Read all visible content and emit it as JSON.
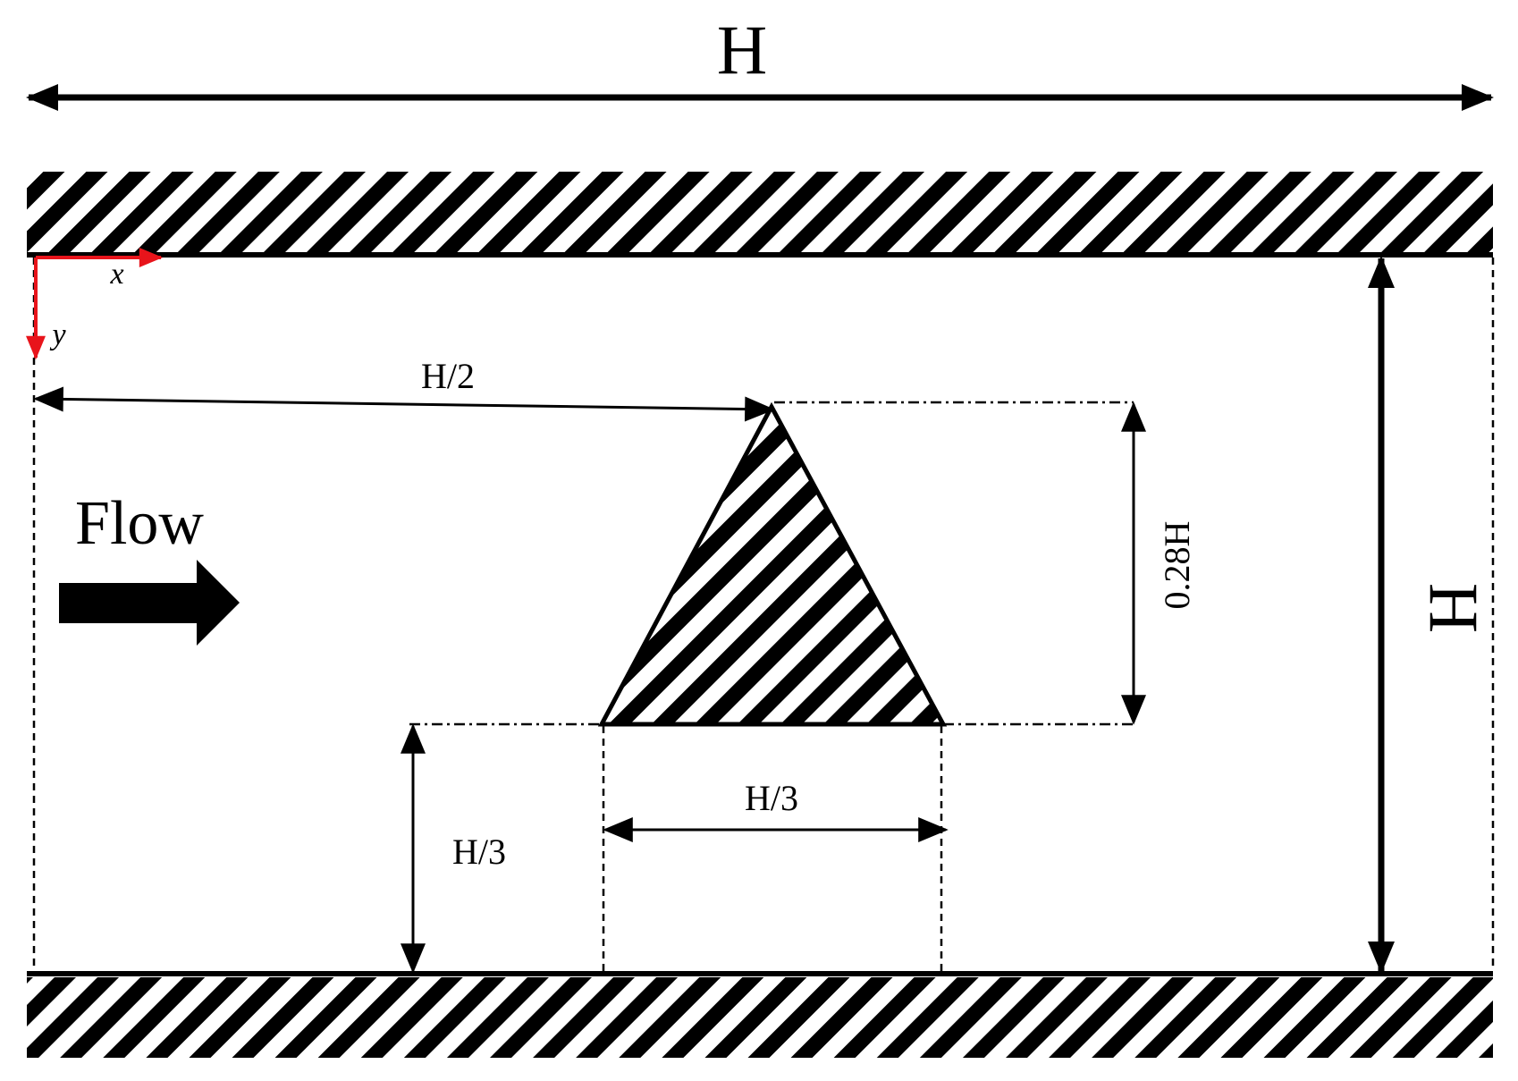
{
  "labels": {
    "top_width": "H",
    "right_height": "H",
    "apex_offset": "H/2",
    "triangle_height": "0.28H",
    "base_width": "H/3",
    "base_offset": "H/3",
    "flow": "Flow",
    "axis_x": "x",
    "axis_y": "y"
  },
  "colors": {
    "ink": "#000000",
    "axis": "#e8141b",
    "background": "#ffffff"
  }
}
